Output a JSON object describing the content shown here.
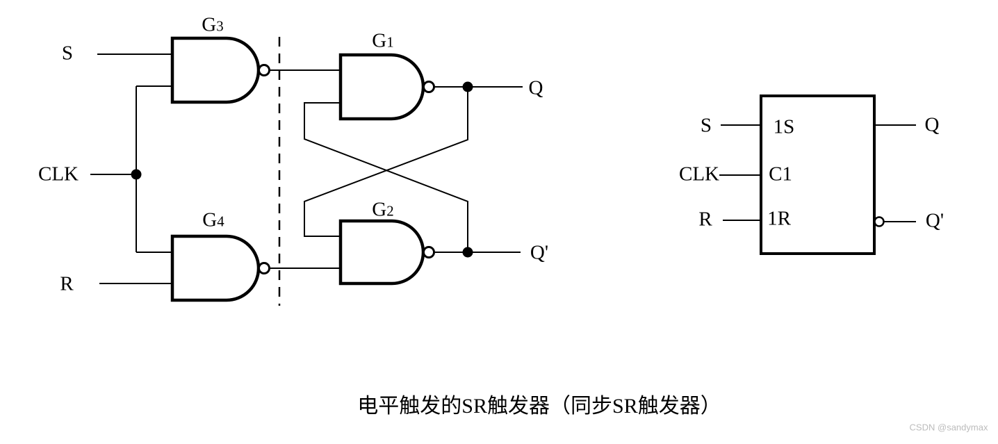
{
  "caption": "电平触发的SR触发器（同步SR触发器）",
  "watermark": "CSDN @sandymax",
  "colors": {
    "ink": "#000000",
    "watermark": "#bcbcbc"
  },
  "circuit": {
    "input_s": "S",
    "input_clk": "CLK",
    "input_r": "R",
    "output_q": "Q",
    "output_qn": "Q'",
    "gates": {
      "g1": {
        "base": "G",
        "sub": "1"
      },
      "g2": {
        "base": "G",
        "sub": "2"
      },
      "g3": {
        "base": "G",
        "sub": "3"
      },
      "g4": {
        "base": "G",
        "sub": "4"
      }
    }
  },
  "block": {
    "input_s": "S",
    "input_clk": "CLK",
    "input_r": "R",
    "pin_1s": "1S",
    "pin_c1": "C1",
    "pin_1r": "1R",
    "output_q": "Q",
    "output_qn": "Q'"
  }
}
